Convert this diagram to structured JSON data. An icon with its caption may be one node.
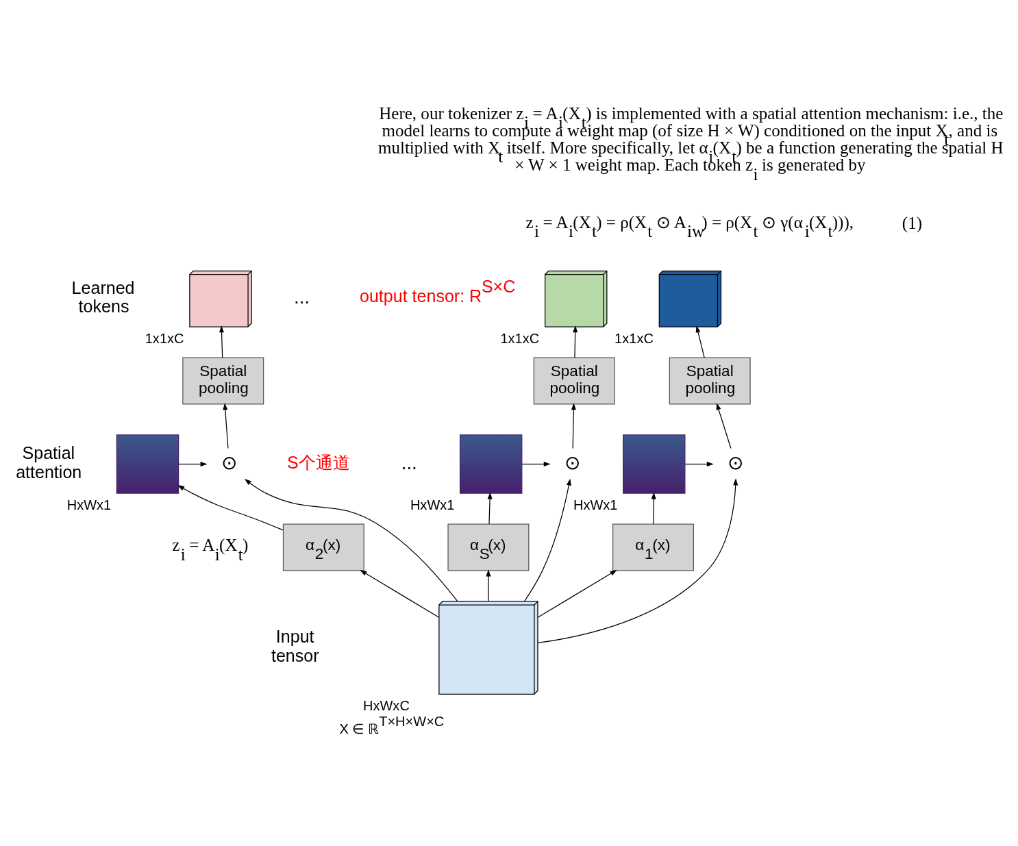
{
  "diagram": {
    "nodes": [
      {
        "text": [],
        "shape": "cube",
        "beside": [
          "1x1xC"
        ]
      },
      {
        "text": [],
        "shape": "cube",
        "beside": [
          "1x1xC"
        ]
      },
      {
        "text": [],
        "shape": "cube",
        "beside": [
          "1x1xC"
        ]
      },
      {
        "text": [
          "Spatial pooling"
        ]
      },
      {
        "text": [
          "Spatial pooling"
        ]
      },
      {
        "text": [
          "Spatial pooling"
        ]
      },
      {
        "text": [],
        "shape": "picture",
        "beside": [
          "HxWx1"
        ]
      },
      {
        "text": [
          "⊙"
        ]
      },
      {
        "text": [],
        "shape": "picture",
        "beside": [
          "HxWx1"
        ]
      },
      {
        "text": [
          "⊙"
        ]
      },
      {
        "text": [],
        "shape": "picture",
        "beside": [
          "HxWx1"
        ]
      },
      {
        "text": [
          "⊙"
        ]
      },
      {
        "text": [
          "α$_{1}$(x)"
        ]
      },
      {
        "text": [
          "α$_{2}$(x)"
        ]
      },
      {
        "text": [
          "α$_{S}$(x)"
        ]
      },
      {
        "text": [],
        "shape": "cube",
        "beside": [
          "HxWxC",
          "X ∈ ℝ$^{T×H×W×C}$"
        ]
      }
    ],
    "edges": [
      {
        "from": 15,
        "to": 12,
        "arrow": "to"
      },
      {
        "from": 15,
        "to": 7,
        "arrow": "to"
      },
      {
        "from": 15,
        "to": 13,
        "arrow": "to"
      },
      {
        "from": 15,
        "to": 9,
        "arrow": "to"
      },
      {
        "from": 15,
        "to": 14,
        "arrow": "to"
      },
      {
        "from": 15,
        "to": 11,
        "arrow": "to"
      },
      {
        "from": 12,
        "to": 6,
        "arrow": "to"
      },
      {
        "from": 13,
        "to": 8,
        "arrow": "to"
      },
      {
        "from": 14,
        "to": 10,
        "arrow": "to"
      },
      {
        "from": 6,
        "to": 7,
        "arrow": "to"
      },
      {
        "from": 8,
        "to": 9,
        "arrow": "to"
      },
      {
        "from": 10,
        "to": 11,
        "arrow": "to"
      },
      {
        "from": 7,
        "to": 3,
        "arrow": "to"
      },
      {
        "from": 9,
        "to": 4,
        "arrow": "to"
      },
      {
        "from": 11,
        "to": 5,
        "arrow": "to"
      },
      {
        "from": 3,
        "to": 0,
        "arrow": "to"
      },
      {
        "from": 4,
        "to": 1,
        "arrow": "to"
      },
      {
        "from": 5,
        "to": 2,
        "arrow": "to"
      }
    ],
    "labels": [
      "Here, our tokenizer z$_{i}$ = A$_{i}$(X$_{t}$) is implemented with a spatial attention mechanism: i.e., the model learns to compute a weight map (of size H × W) conditioned on the input X$_{t}$, and is multiplied with X$_{t}$ itself. More specifically, let α$_{i}$(X$_{t}$) be a function generating the spatial H × W × 1 weight map. Each token z$_{i}$ is generated by",
      "z$_{i}$ = A$_{i}$(X$_{t}$) = ρ(X$_{t}$ ⊙ A$_{iw}$) = ρ(X$_{t}$ ⊙ γ(α$_{i}$(X$_{t}$))),",
      "(1)",
      "output tensor: R$^{S×C}$",
      "Learned tokens",
      "...",
      "Spatial attention",
      "S个通道",
      "...",
      "z$_{i}$ = A$_{i}$(X$_{t}$)",
      "Input tensor"
    ]
  }
}
